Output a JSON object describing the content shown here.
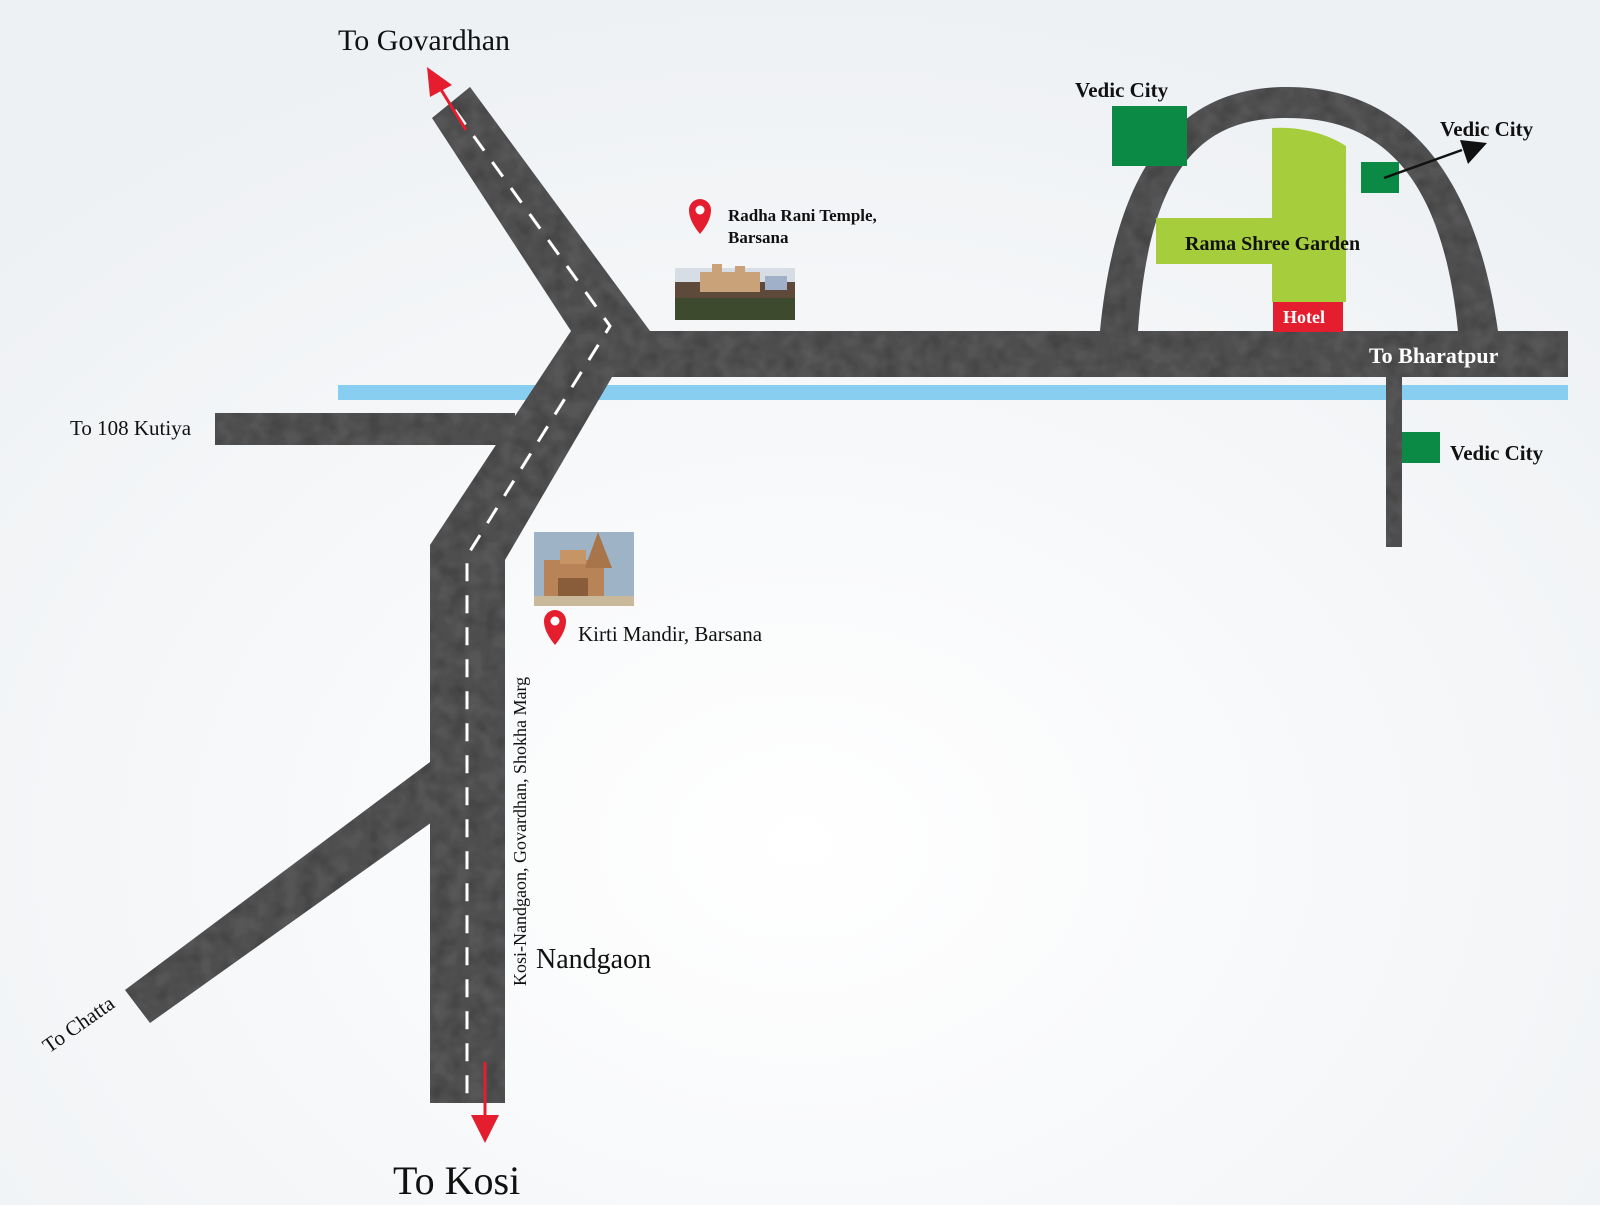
{
  "labels": {
    "to_govardhan": "To Govardhan",
    "to_kosi": "To Kosi",
    "to_chatta": "To Chatta",
    "to_108_kutiya": "To 108 Kutiya",
    "nandgaon": "Nandgaon",
    "main_road": "Kosi-Nandgaon, Govardhan, Shokha Marg",
    "to_bharatpur": "To Bharatpur",
    "radha_rani_line1": "Radha Rani Temple,",
    "radha_rani_line2": "Barsana",
    "kirti_mandir": "Kirti Mandir, Barsana",
    "rama_shree_garden": "Rama Shree Garden",
    "hotel": "Hotel",
    "vedic_city_top": "Vedic City",
    "vedic_city_right": "Vedic City",
    "vedic_city_lower": "Vedic City"
  },
  "colors": {
    "road": "#3c3c3e",
    "canal": "#87cef0",
    "garden": "#a6cd3b",
    "vedic_block": "#0a8a44",
    "hotel": "#e41e2e",
    "arrow_red": "#e41e2e",
    "pin": "#e41e2e"
  },
  "icons": {
    "pins": [
      "map-pin-icon",
      "map-pin-icon"
    ],
    "arrows": [
      "arrow-up-red",
      "arrow-down-red",
      "arrow-black"
    ]
  }
}
